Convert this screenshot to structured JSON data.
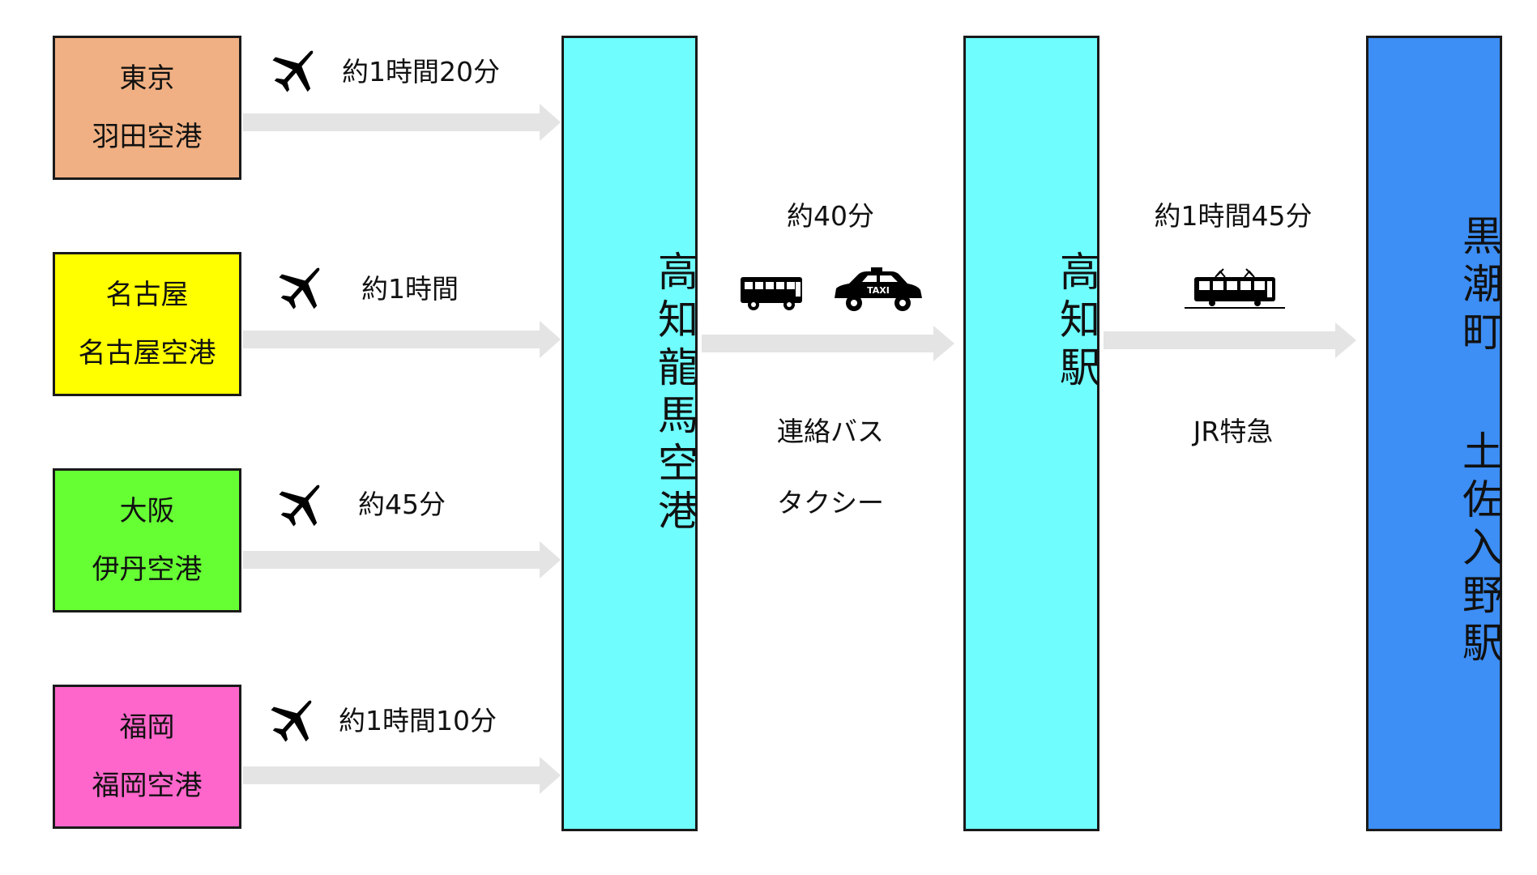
{
  "colors": {
    "tokyo": "#f0b083",
    "nagoya": "#ffff00",
    "osaka": "#66ff33",
    "fukuoka": "#ff66cc",
    "kochi_airport": "#6ffdfd",
    "kochi_station": "#6ffdfd",
    "destination": "#3d8ef5",
    "arrow": "#e4e4e4"
  },
  "origins": [
    {
      "city": "東京",
      "airport": "羽田空港",
      "flight_time": "約1時間20分",
      "icon": "airplane-icon"
    },
    {
      "city": "名古屋",
      "airport": "名古屋空港",
      "flight_time": "約1時間",
      "icon": "airplane-icon"
    },
    {
      "city": "大阪",
      "airport": "伊丹空港",
      "flight_time": "約45分",
      "icon": "airplane-icon"
    },
    {
      "city": "福岡",
      "airport": "福岡空港",
      "flight_time": "約1時間10分",
      "icon": "airplane-icon"
    }
  ],
  "hub_airport": {
    "name": "高知龍馬空港"
  },
  "transfer_to_station": {
    "time": "約40分",
    "modes": [
      "連絡バス",
      "タクシー"
    ],
    "icons": [
      "bus-icon",
      "taxi-icon"
    ],
    "taxi_sign": "TAXI"
  },
  "station": {
    "name": "高知駅"
  },
  "rail_leg": {
    "time": "約1時間45分",
    "mode": "JR特急",
    "icon": "train-icon"
  },
  "destination": {
    "line1": "黒潮町",
    "line2": "土佐入野駅"
  }
}
